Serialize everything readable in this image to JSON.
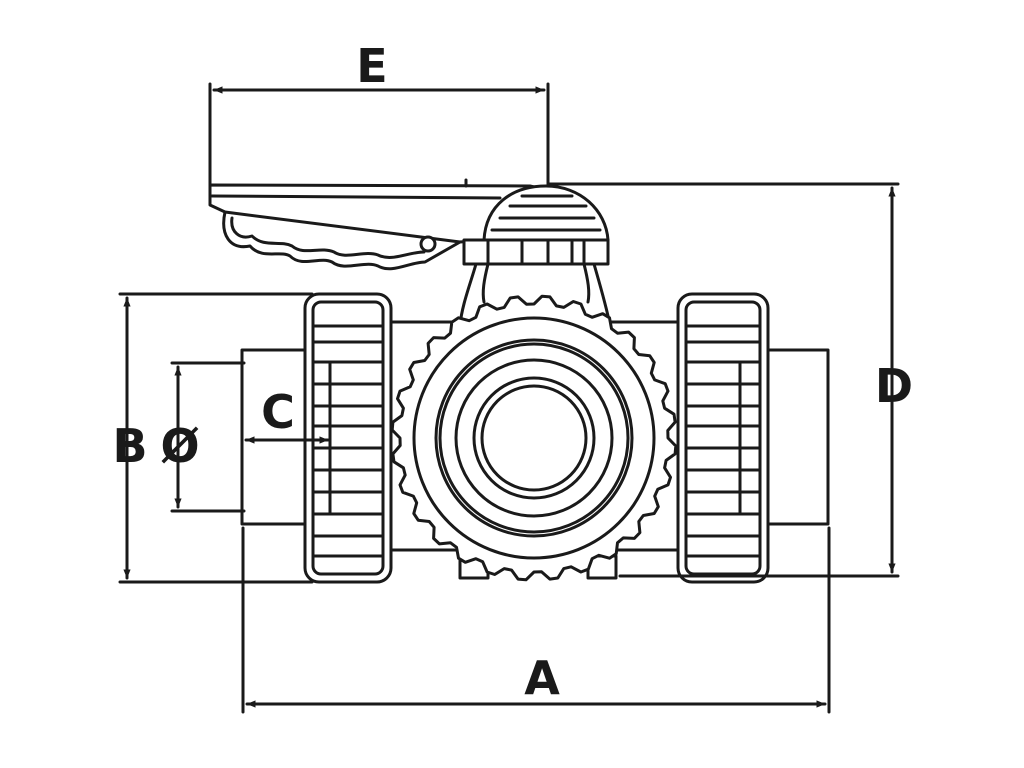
{
  "diagram": {
    "labels": {
      "a": "A",
      "b": "B",
      "c": "C",
      "d": "D",
      "e": "E",
      "phi": "Ø"
    }
  },
  "colors": {
    "stroke": "#1a1a1a",
    "background": "#ffffff"
  }
}
